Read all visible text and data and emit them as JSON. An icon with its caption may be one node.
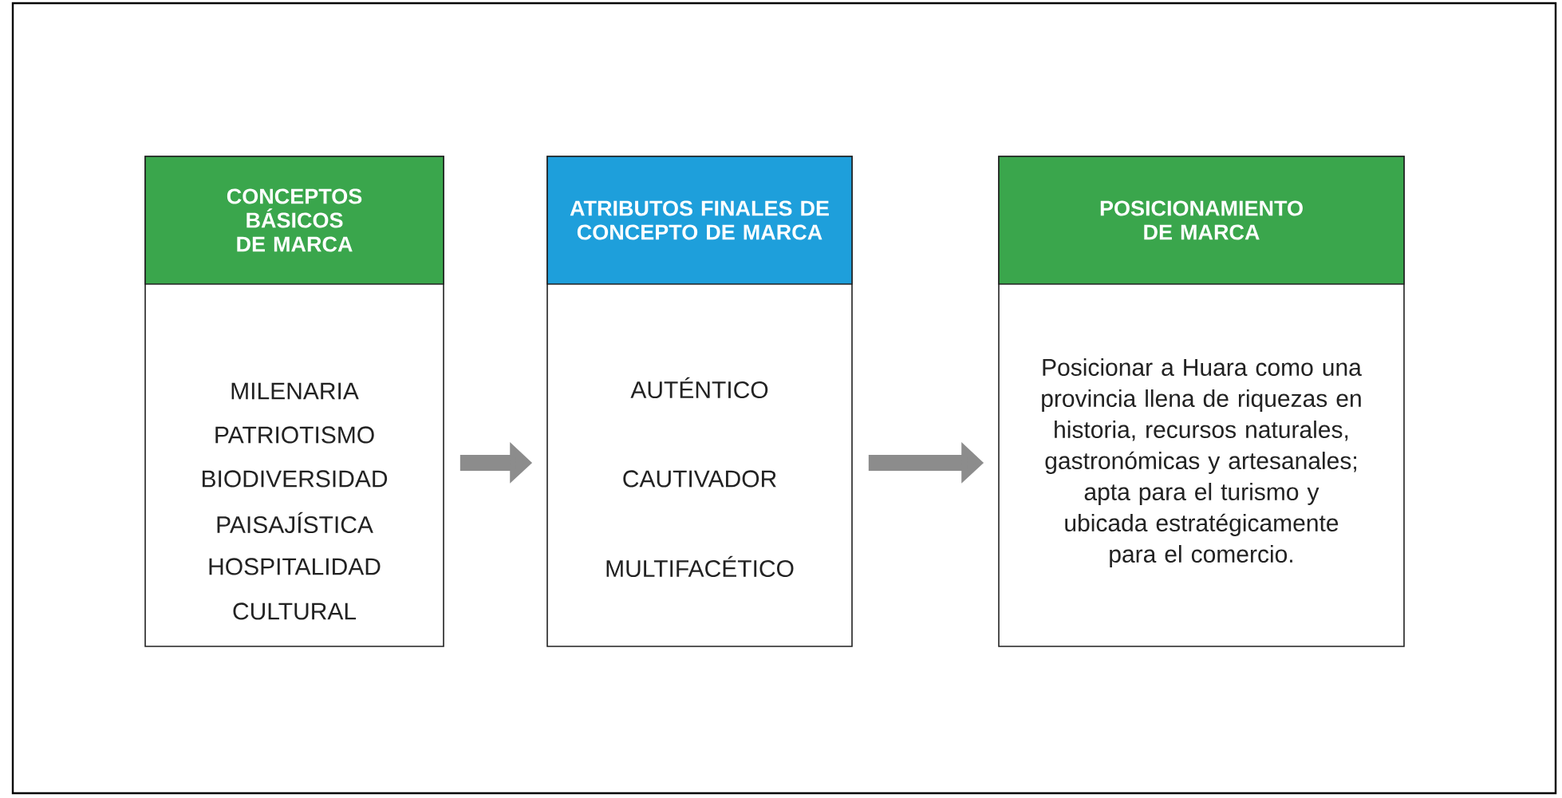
{
  "diagram": {
    "nodes": [
      {
        "text": [
          "CONCEPTOS BÁSICOS DE MARCA",
          "MILENARIA",
          "PATRIOTISMO",
          "BIODIVERSIDAD",
          "PAISAJÍSTICA",
          "HOSPITALIDAD",
          "CULTURAL"
        ]
      },
      {
        "text": [
          "ATRIBUTOS FINALES DE CONCEPTO DE MARCA",
          "AUTÉNTICO",
          "CAUTIVADOR",
          "MULTIFACÉTICO"
        ]
      },
      {
        "text": [
          "POSICIONAMIENTO DE MARCA",
          "Posicionar a Huara como una provincia llena de riquezas en historia, recursos naturales, gastronómicas y artesanales; apta para el turismo y ubicada estratégicamente para el comercio."
        ]
      }
    ],
    "edges": [
      {
        "from": 0,
        "to": 1,
        "arrow": "to"
      },
      {
        "from": 1,
        "to": 2,
        "arrow": "to"
      }
    ]
  }
}
